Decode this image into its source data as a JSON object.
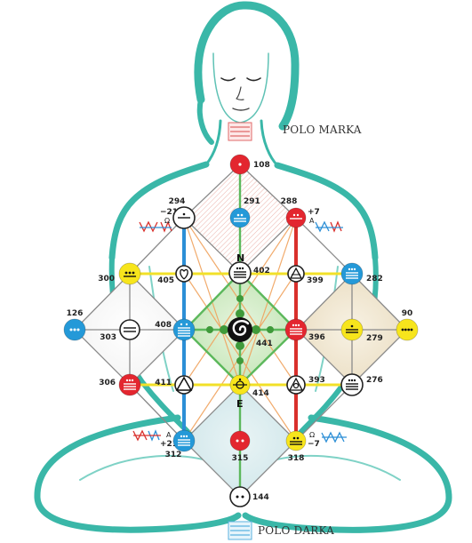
{
  "labels": {
    "polo_top": "POLO MARKA",
    "polo_bottom": "POLO DARKA",
    "north": "N",
    "east": "E"
  },
  "colors": {
    "figure": "#3ab7a8",
    "red": "#e3262f",
    "blue": "#2499d8",
    "yellow": "#f7e51c",
    "white": "#ffffff",
    "line_green": "#5cb85c",
    "line_yellow": "#f2e028",
    "line_red": "#d9302c",
    "line_blue": "#2c8fd6",
    "line_orange": "#f0a35e",
    "line_gray": "#8a8a8a"
  },
  "nodes": [
    {
      "id": "108",
      "label": "108",
      "color": "red"
    },
    {
      "id": "291",
      "label": "291",
      "color": "blue"
    },
    {
      "id": "294",
      "label": "294",
      "color": "white"
    },
    {
      "id": "288",
      "label": "288",
      "color": "red"
    },
    {
      "id": "402",
      "label": "402",
      "color": "white"
    },
    {
      "id": "300",
      "label": "300",
      "color": "yellow"
    },
    {
      "id": "282",
      "label": "282",
      "color": "blue"
    },
    {
      "id": "405",
      "label": "405",
      "color": "white"
    },
    {
      "id": "399",
      "label": "399",
      "color": "white"
    },
    {
      "id": "126",
      "label": "126",
      "color": "blue"
    },
    {
      "id": "303",
      "label": "303",
      "color": "white"
    },
    {
      "id": "408",
      "label": "408",
      "color": "blue"
    },
    {
      "id": "441",
      "label": "441",
      "color": "white"
    },
    {
      "id": "396",
      "label": "396",
      "color": "red"
    },
    {
      "id": "279",
      "label": "279",
      "color": "yellow"
    },
    {
      "id": "90",
      "label": "90",
      "color": "yellow"
    },
    {
      "id": "306",
      "label": "306",
      "color": "red"
    },
    {
      "id": "411",
      "label": "411",
      "color": "white"
    },
    {
      "id": "414",
      "label": "414",
      "color": "yellow"
    },
    {
      "id": "393",
      "label": "393",
      "color": "white"
    },
    {
      "id": "276",
      "label": "276",
      "color": "white"
    },
    {
      "id": "312",
      "label": "312",
      "color": "blue"
    },
    {
      "id": "315",
      "label": "315",
      "color": "red"
    },
    {
      "id": "318",
      "label": "318",
      "color": "yellow"
    },
    {
      "id": "144",
      "label": "144",
      "color": "white"
    }
  ],
  "annotations": {
    "ul_num": "−21",
    "ul_sym": "Ω",
    "ur_num": "+7",
    "ur_sym": "A",
    "ll_num": "+21",
    "ll_sym": "A",
    "lr_num": "−7",
    "lr_sym": "Ω"
  }
}
